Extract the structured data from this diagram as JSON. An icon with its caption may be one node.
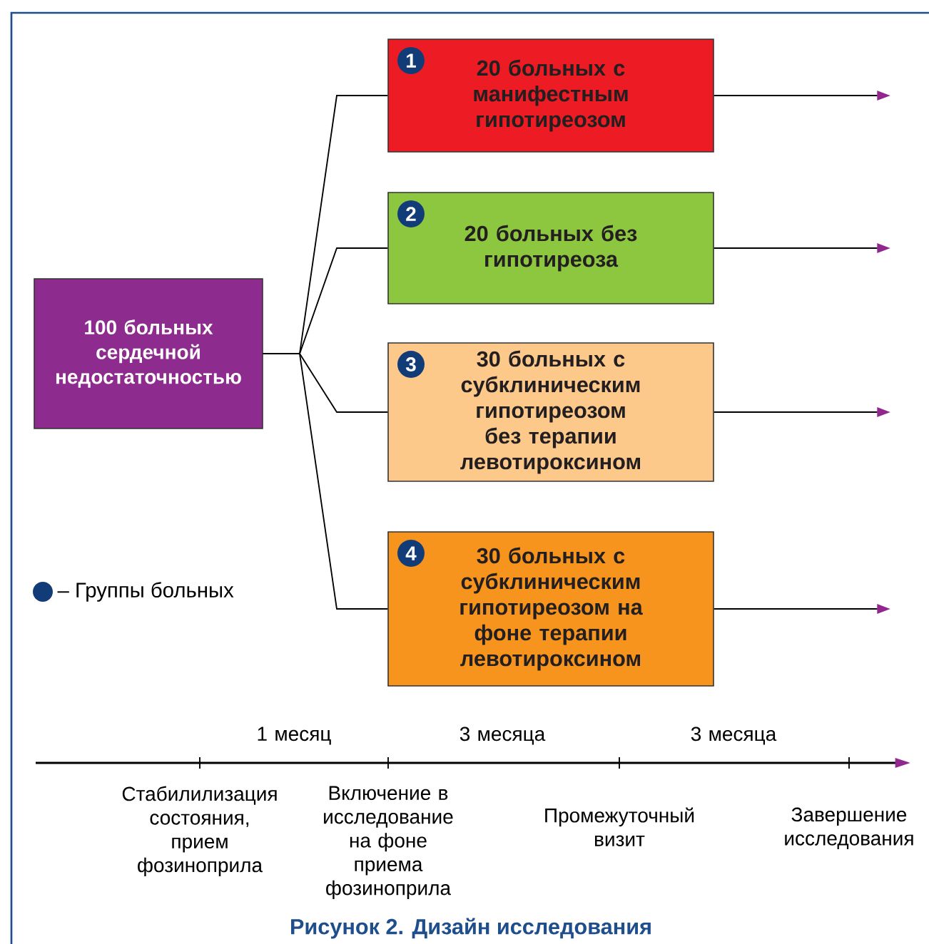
{
  "diagram": {
    "caption": "Рисунок 2. Дизайн исследования",
    "nodes": [
      {
        "text": [
          "100 больных сердечной недостаточностью"
        ]
      },
      {
        "text": [
          "1",
          "20 больных с манифестным гипотиреозом"
        ]
      },
      {
        "text": [
          "2",
          "20 больных без гипотиреоза"
        ]
      },
      {
        "text": [
          "3",
          "30 больных с субклиническим гипотиреозом без терапии левотироксином"
        ]
      },
      {
        "text": [
          "4",
          "30 больных с субклиническим гипотиреозом на фоне терапии левотироксином"
        ]
      }
    ],
    "edges": [
      {
        "from": 0,
        "to": 1,
        "arrow": "none"
      },
      {
        "from": 0,
        "to": 2,
        "arrow": "none"
      },
      {
        "from": 0,
        "to": 3,
        "arrow": "none"
      },
      {
        "from": 0,
        "to": 4,
        "arrow": "none"
      },
      {
        "from": 1,
        "to": null,
        "arrow": "to"
      },
      {
        "from": 2,
        "to": null,
        "arrow": "to"
      },
      {
        "from": 3,
        "to": null,
        "arrow": "to"
      },
      {
        "from": 4,
        "to": null,
        "arrow": "to"
      }
    ],
    "labels": [
      "1 месяц",
      "3 месяца",
      "3 месяца",
      "Стабилилизация состояния, прием фозиноприла",
      "Включение в исследование на фоне приема фозиноприла",
      "Промежуточный визит",
      "Завершение исследования"
    ],
    "legend": [
      {
        "text": "– Группы больных",
        "color": "#123c78"
      }
    ]
  }
}
